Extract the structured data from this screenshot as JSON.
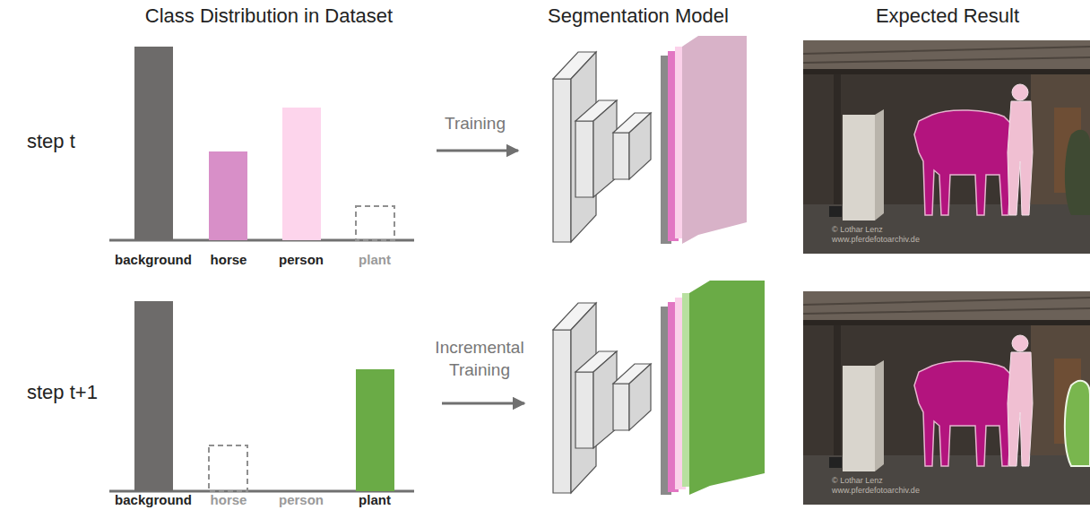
{
  "diagram": {
    "labels": [
      "Class Distribution in Dataset",
      "Segmentation Model",
      "Expected Result",
      "step t",
      "background",
      "horse",
      "person",
      "plant",
      "Training",
      "© Lothar Lenz",
      "www.pferdefotoarchiv.de",
      "step t+1",
      "background",
      "horse",
      "person",
      "plant",
      "Incremental Training",
      "© Lothar Lenz",
      "www.pferdefotoarchiv.de"
    ]
  }
}
